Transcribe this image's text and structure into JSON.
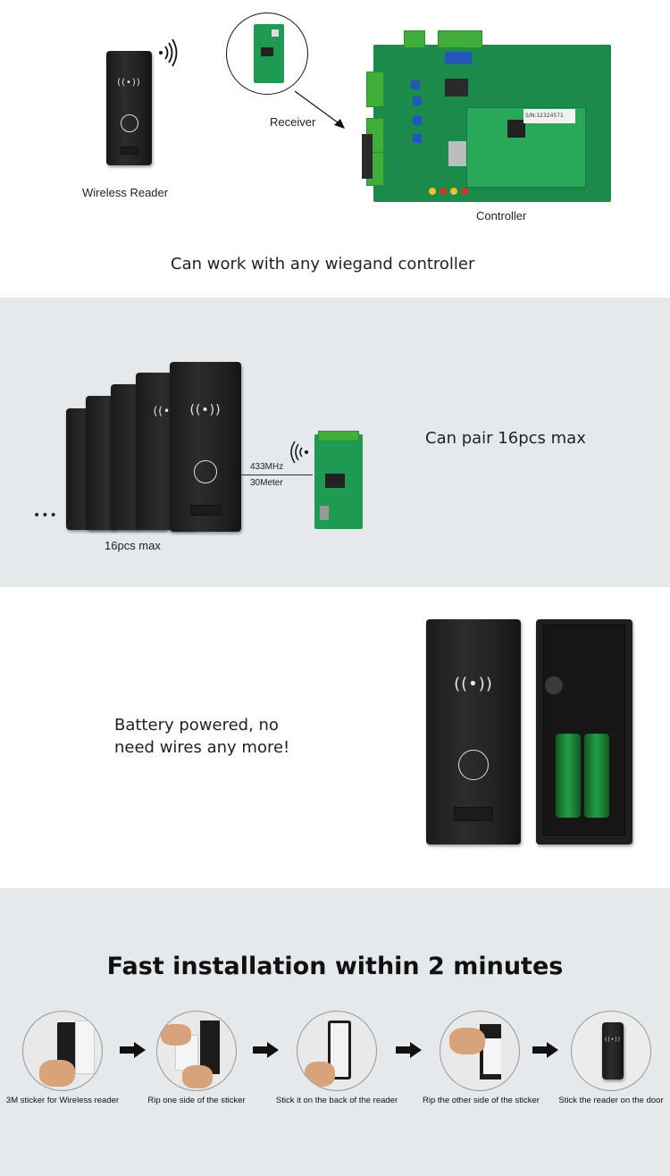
{
  "section1": {
    "reader_label": "Wireless Reader",
    "receiver_label": "Receiver",
    "controller_label": "Controller",
    "headline": "Can work with any wiegand controller",
    "waves_symbol": "((•))",
    "board_sticker": "S/N:12324571"
  },
  "section2": {
    "headline": "Can pair 16pcs max",
    "freq_label": "433MHz",
    "range_label": "30Meter",
    "count_label": "16pcs max",
    "ellipsis": "•••"
  },
  "section3": {
    "line1": "Battery powered, no",
    "line2": "need wires any more!"
  },
  "section4": {
    "title": "Fast installation within 2 minutes",
    "steps": [
      {
        "label": "3M sticker for Wireless reader"
      },
      {
        "label": "Rip one side of the sticker"
      },
      {
        "label": "Stick it on the back of the reader"
      },
      {
        "label": "Rip the other side of the sticker"
      },
      {
        "label": "Stick the reader  on the door"
      }
    ]
  },
  "colors": {
    "band_gray": "#e6e9eb",
    "pcb_green": "#1f9a52",
    "reader_black": "#1a1a1a",
    "battery_green": "#1e8a34"
  },
  "icons": [
    "signal-waves-icon",
    "touch-hand-icon",
    "arrow-right-icon"
  ]
}
